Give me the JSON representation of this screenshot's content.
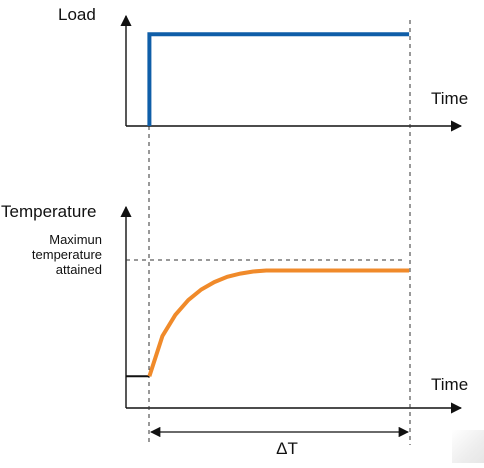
{
  "chart_data": [
    {
      "type": "line",
      "ylabel": "Load",
      "xlabel": "Time",
      "series": [
        {
          "x": [
            0,
            0,
            1
          ],
          "y": [
            0,
            1,
            1
          ]
        }
      ],
      "xlim": [
        -0.09,
        1.2
      ],
      "ylim": [
        0,
        1.2
      ],
      "grid": false,
      "colors": {
        "series": "#0f5ea8",
        "axis": "#111111"
      }
    },
    {
      "type": "line",
      "ylabel": "Temperature",
      "xlabel": "Time",
      "annotations": [
        {
          "text": "Maximun temperature attained",
          "at_y": 1.0,
          "style": "dashed-reference"
        },
        {
          "text": "ΔT",
          "span_x": [
            0,
            1
          ],
          "style": "double-arrow"
        }
      ],
      "series": [
        {
          "x": [
            -0.09,
            0,
            0.05,
            0.1,
            0.15,
            0.2,
            0.25,
            0.3,
            0.35,
            0.4,
            0.45,
            0.5,
            0.6,
            0.7,
            0.8,
            0.9,
            1.0
          ],
          "y": [
            0,
            0,
            0.38,
            0.58,
            0.72,
            0.82,
            0.89,
            0.94,
            0.97,
            0.99,
            1.0,
            1.0,
            1.0,
            1.0,
            1.0,
            1.0,
            1.0
          ]
        }
      ],
      "xlim": [
        -0.09,
        1.2
      ],
      "ylim": [
        -0.3,
        1.6
      ],
      "grid": false,
      "colors": {
        "series": "#f08a2a",
        "axis": "#111111",
        "initial": "#111111"
      }
    }
  ]
}
